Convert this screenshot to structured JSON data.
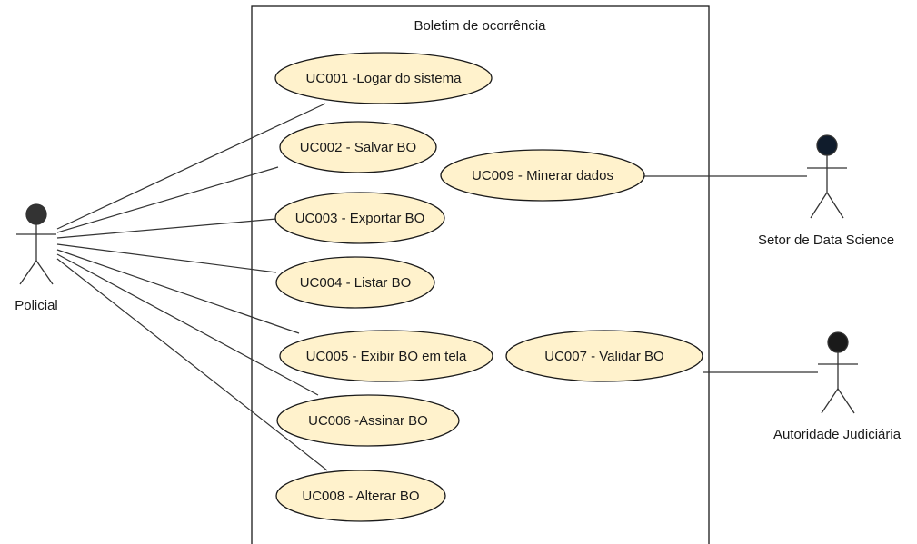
{
  "diagram": {
    "type": "use-case",
    "system_boundary": {
      "title": "Boletim de ocorrência"
    },
    "use_cases": [
      {
        "id": "uc001",
        "label": "UC001 -Logar do sistema"
      },
      {
        "id": "uc002",
        "label": "UC002 - Salvar BO"
      },
      {
        "id": "uc009",
        "label": "UC009 - Minerar dados"
      },
      {
        "id": "uc003",
        "label": "UC003 - Exportar BO"
      },
      {
        "id": "uc004",
        "label": "UC004 - Listar BO"
      },
      {
        "id": "uc005",
        "label": "UC005 - Exibir BO em tela"
      },
      {
        "id": "uc007",
        "label": "UC007 - Validar BO"
      },
      {
        "id": "uc006",
        "label": "UC006 -Assinar BO"
      },
      {
        "id": "uc008",
        "label": "UC008 - Alterar BO"
      }
    ],
    "actors": [
      {
        "id": "policial",
        "label": "Policial"
      },
      {
        "id": "data-science",
        "label": "Setor de Data Science"
      },
      {
        "id": "autoridade",
        "label": "Autoridade Judiciária"
      }
    ],
    "associations": [
      {
        "from": "policial",
        "to": "uc001"
      },
      {
        "from": "policial",
        "to": "uc002"
      },
      {
        "from": "policial",
        "to": "uc003"
      },
      {
        "from": "policial",
        "to": "uc004"
      },
      {
        "from": "policial",
        "to": "uc005"
      },
      {
        "from": "policial",
        "to": "uc006"
      },
      {
        "from": "policial",
        "to": "uc008"
      },
      {
        "from": "data-science",
        "to": "uc009"
      },
      {
        "from": "autoridade",
        "to": "uc007"
      }
    ],
    "colors": {
      "use_case_fill": "#fff2cc",
      "use_case_stroke": "#1a1a1a",
      "line": "#333333",
      "actor_head_policial": "#333333",
      "actor_head_data_science": "#101c2c",
      "actor_head_autoridade": "#1a1a1a"
    }
  }
}
